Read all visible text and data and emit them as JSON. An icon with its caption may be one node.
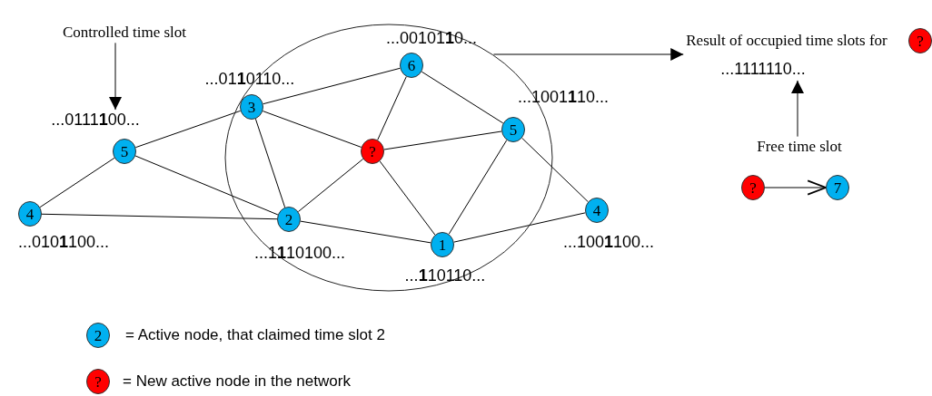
{
  "diagram": {
    "nodes": [
      {
        "text": [
          "Controlled time slot"
        ]
      },
      {
        "text": [
          "...0111**1**00..."
        ]
      },
      {
        "text": [],
        "shape": "circle"
      },
      {
        "text": [
          "6"
        ],
        "in": 2,
        "beside": [
          "...00101**1**0..."
        ]
      },
      {
        "text": [
          "3"
        ],
        "in": 2,
        "beside": [
          "...01**1**0110..."
        ]
      },
      {
        "text": [
          "5"
        ]
      },
      {
        "text": [
          "?"
        ],
        "in": 2
      },
      {
        "text": [
          "5"
        ],
        "in": 2,
        "beside": [
          "...1001**1**10..."
        ]
      },
      {
        "text": [
          "4"
        ],
        "beside": [
          "...010**1**100..."
        ]
      },
      {
        "text": [
          "2"
        ],
        "in": 2,
        "beside": [
          "...1**1**10100..."
        ]
      },
      {
        "text": [
          "4"
        ],
        "beside": [
          "...100**1**100..."
        ]
      },
      {
        "text": [
          "1"
        ],
        "in": 2,
        "beside": [
          "...**1**10110..."
        ]
      },
      {
        "text": [
          "Result of occupied time slots for"
        ]
      },
      {
        "text": [
          "?"
        ]
      },
      {
        "text": [
          "...1111110..."
        ]
      },
      {
        "text": [
          "Free time slot"
        ]
      },
      {
        "text": [
          "?"
        ]
      },
      {
        "text": [
          "7"
        ]
      },
      {
        "text": [
          "2"
        ],
        "beside": [
          "= Active node, that claimed time slot 2"
        ]
      },
      {
        "text": [
          "?"
        ],
        "beside": [
          "= New active node in the network"
        ]
      }
    ],
    "edges": [
      {
        "from": 0,
        "to": 1,
        "arrow": "to"
      },
      {
        "from": 2,
        "to": 12,
        "arrow": "to"
      },
      {
        "from": 15,
        "to": 14,
        "arrow": "to"
      },
      {
        "from": 16,
        "to": 17,
        "arrow": "to"
      },
      {
        "from": 5,
        "to": 4,
        "arrow": "none"
      },
      {
        "from": 5,
        "to": 8,
        "arrow": "none"
      },
      {
        "from": 5,
        "to": 9,
        "arrow": "none"
      },
      {
        "from": 8,
        "to": 9,
        "arrow": "none"
      },
      {
        "from": 4,
        "to": 3,
        "arrow": "none"
      },
      {
        "from": 4,
        "to": 6,
        "arrow": "none"
      },
      {
        "from": 4,
        "to": 9,
        "arrow": "none"
      },
      {
        "from": 3,
        "to": 6,
        "arrow": "none"
      },
      {
        "from": 3,
        "to": 7,
        "arrow": "none"
      },
      {
        "from": 6,
        "to": 7,
        "arrow": "none"
      },
      {
        "from": 6,
        "to": 9,
        "arrow": "none"
      },
      {
        "from": 6,
        "to": 11,
        "arrow": "none"
      },
      {
        "from": 9,
        "to": 11,
        "arrow": "none"
      },
      {
        "from": 7,
        "to": 11,
        "arrow": "none"
      },
      {
        "from": 7,
        "to": 10,
        "arrow": "none"
      },
      {
        "from": 11,
        "to": 10,
        "arrow": "none"
      }
    ]
  }
}
